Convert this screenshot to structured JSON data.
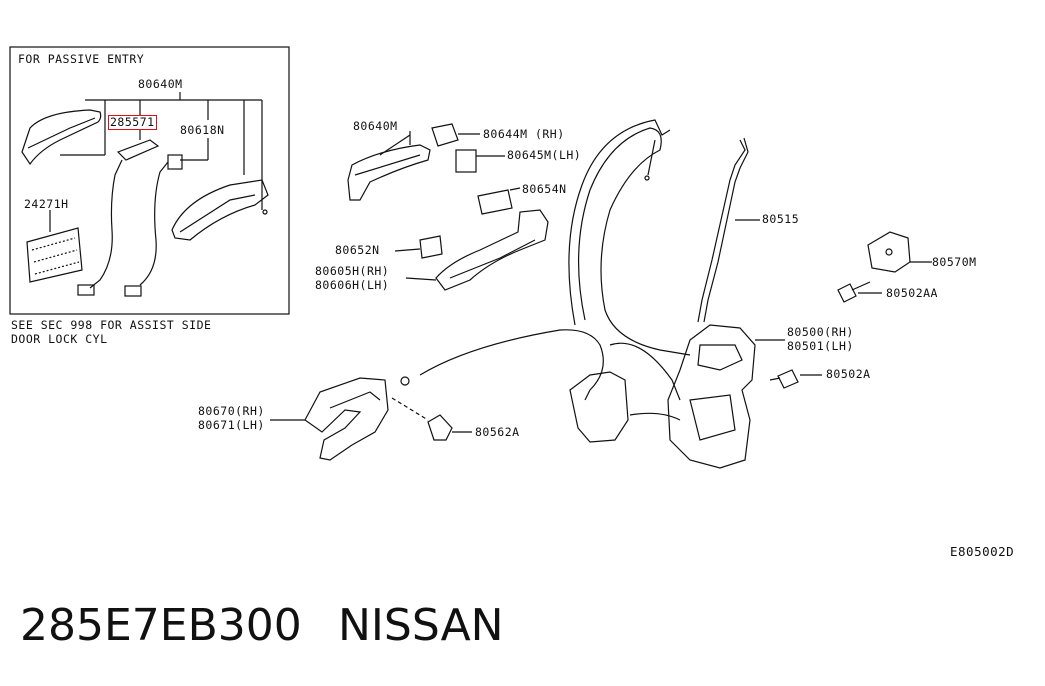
{
  "inset": {
    "title": "FOR PASSIVE ENTRY",
    "note_line1": "SEE SEC 998 FOR ASSIST SIDE",
    "note_line2": "DOOR LOCK CYL"
  },
  "parts": {
    "p80640M_inset": "80640M",
    "p285571": "285571",
    "p80618N": "80618N",
    "p24271H": "24271H",
    "p80640M": "80640M",
    "p80644M": "80644M (RH)",
    "p80645M": "80645M(LH)",
    "p80654N": "80654N",
    "p80652N": "80652N",
    "p80605H": "80605H(RH)",
    "p80606H": "80606H(LH)",
    "p80515": "80515",
    "p80570M": "80570M",
    "p80502AA": "80502AA",
    "p80500": "80500(RH)",
    "p80501": "80501(LH)",
    "p80502A": "80502A",
    "p80670": "80670(RH)",
    "p80671": "80671(LH)",
    "p80562A": "80562A"
  },
  "highlight_color": "#dd1111",
  "diagram_code": "E805002D",
  "footer": {
    "part_number": "285E7EB300",
    "brand": "NISSAN"
  }
}
